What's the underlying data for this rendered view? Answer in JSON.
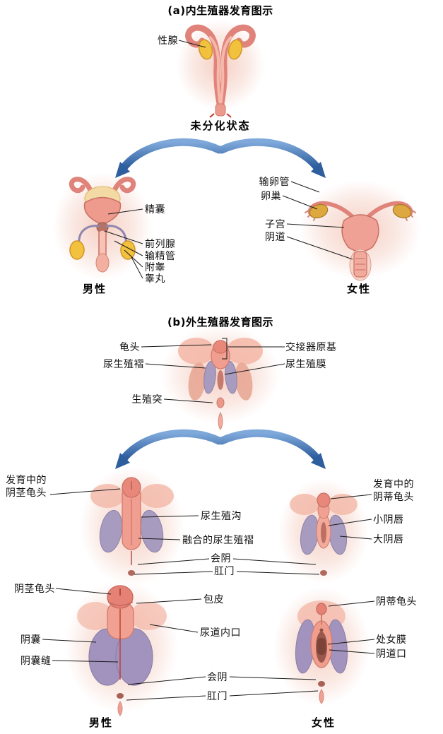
{
  "title_a": "(a)内生殖器发育图示",
  "title_b": "(b)外生殖器发育图示",
  "a": {
    "gonad": "性腺",
    "undiff_state": "未分化状态",
    "seminal_vesicle": "精囊",
    "prostate": "前列腺",
    "vas_deferens": "输精管",
    "epididymis": "附睾",
    "testis": "睾丸",
    "male": "男性",
    "fallopian_tube": "输卵管",
    "ovary": "卵巢",
    "uterus": "子宫",
    "vagina": "阴道",
    "female": "女性"
  },
  "b": {
    "glans": "龟头",
    "urogenital_fold": "尿生殖褶",
    "genital_protrusion": "生殖突",
    "copulatory_organ_primordium": "交接器原基",
    "urogenital_membrane": "尿生殖膜",
    "developing_penile_glans": "发育中的阴茎龟头",
    "urogenital_groove": "尿生殖沟",
    "fused_urogenital_folds": "融合的尿生殖褶",
    "perineum_mid": "会阴",
    "anus_mid": "肛门",
    "developing_clitoral_glans": "发育中的阴蒂龟头",
    "labia_minora": "小阴唇",
    "labia_majora": "大阴唇",
    "penile_glans": "阴茎龟头",
    "foreskin": "包皮",
    "urethral_meatus": "尿道内口",
    "scrotum": "阴囊",
    "scrotal_raphe": "阴囊缝",
    "perineum_bottom": "会阴",
    "anus_bottom": "肛门",
    "clitoral_glans": "阴蒂龟头",
    "hymen": "处女膜",
    "vaginal_opening": "阴道口",
    "male": "男性",
    "female": "女性"
  },
  "colors": {
    "tissue_salmon": "#e0837a",
    "tissue_pink": "#f3b6a6",
    "gonad_yellow": "#f2c13d",
    "swelling_purple": "#a79cc0",
    "arrow_blue": "#2e5e9e",
    "leader_line": "#1a1a1a"
  }
}
